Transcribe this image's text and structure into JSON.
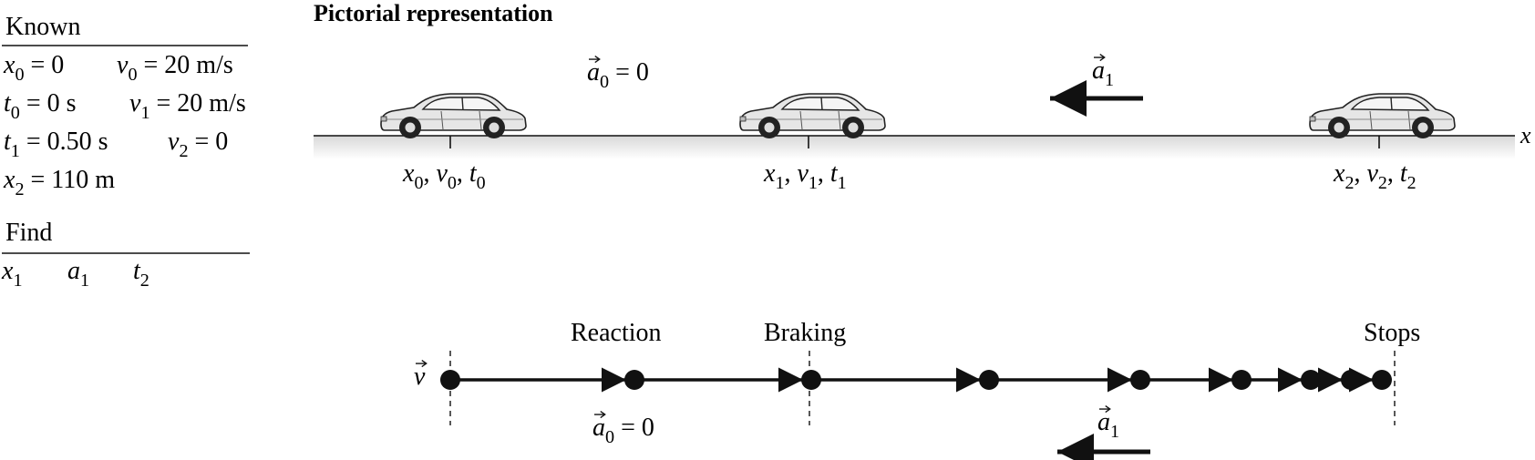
{
  "title": "Pictorial representation",
  "known": {
    "heading": "Known",
    "rows": [
      [
        {
          "v": "x",
          "s": "0",
          "rest": " = 0"
        },
        {
          "v": "v",
          "s": "0",
          "rest": " = 20 m/s"
        }
      ],
      [
        {
          "v": "t",
          "s": "0",
          "rest": " = 0 s"
        },
        {
          "v": "v",
          "s": "1",
          "rest": " = 20 m/s"
        }
      ],
      [
        {
          "v": "t",
          "s": "1",
          "rest": " = 0.50 s"
        },
        {
          "v": "v",
          "s": "2",
          "rest": " = 0"
        }
      ],
      [
        {
          "v": "x",
          "s": "2",
          "rest": " = 110 m"
        }
      ]
    ]
  },
  "find": {
    "heading": "Find",
    "items": [
      {
        "v": "x",
        "s": "1"
      },
      {
        "v": "a",
        "s": "1"
      },
      {
        "v": "t",
        "s": "2"
      }
    ]
  },
  "pictorial": {
    "axis_label": "x",
    "a0_label": {
      "v": "a",
      "s": "0",
      "rest": " = 0"
    },
    "a1_label": {
      "v": "a",
      "s": "1"
    },
    "positions": [
      {
        "name": "start",
        "label": [
          {
            "v": "x",
            "s": "0"
          },
          {
            "v": "v",
            "s": "0"
          },
          {
            "v": "t",
            "s": "0"
          }
        ]
      },
      {
        "name": "brake",
        "label": [
          {
            "v": "x",
            "s": "1"
          },
          {
            "v": "v",
            "s": "1"
          },
          {
            "v": "t",
            "s": "1"
          }
        ]
      },
      {
        "name": "stop",
        "label": [
          {
            "v": "x",
            "s": "2"
          },
          {
            "v": "v",
            "s": "2"
          },
          {
            "v": "t",
            "s": "2"
          }
        ]
      }
    ]
  },
  "motion": {
    "v_label": "v",
    "phase_labels": [
      "Reaction",
      "Braking",
      "Stops"
    ],
    "a0_label": {
      "v": "a",
      "s": "0",
      "rest": " = 0"
    },
    "a1_label": {
      "v": "a",
      "s": "1"
    },
    "dot_count": 9
  }
}
